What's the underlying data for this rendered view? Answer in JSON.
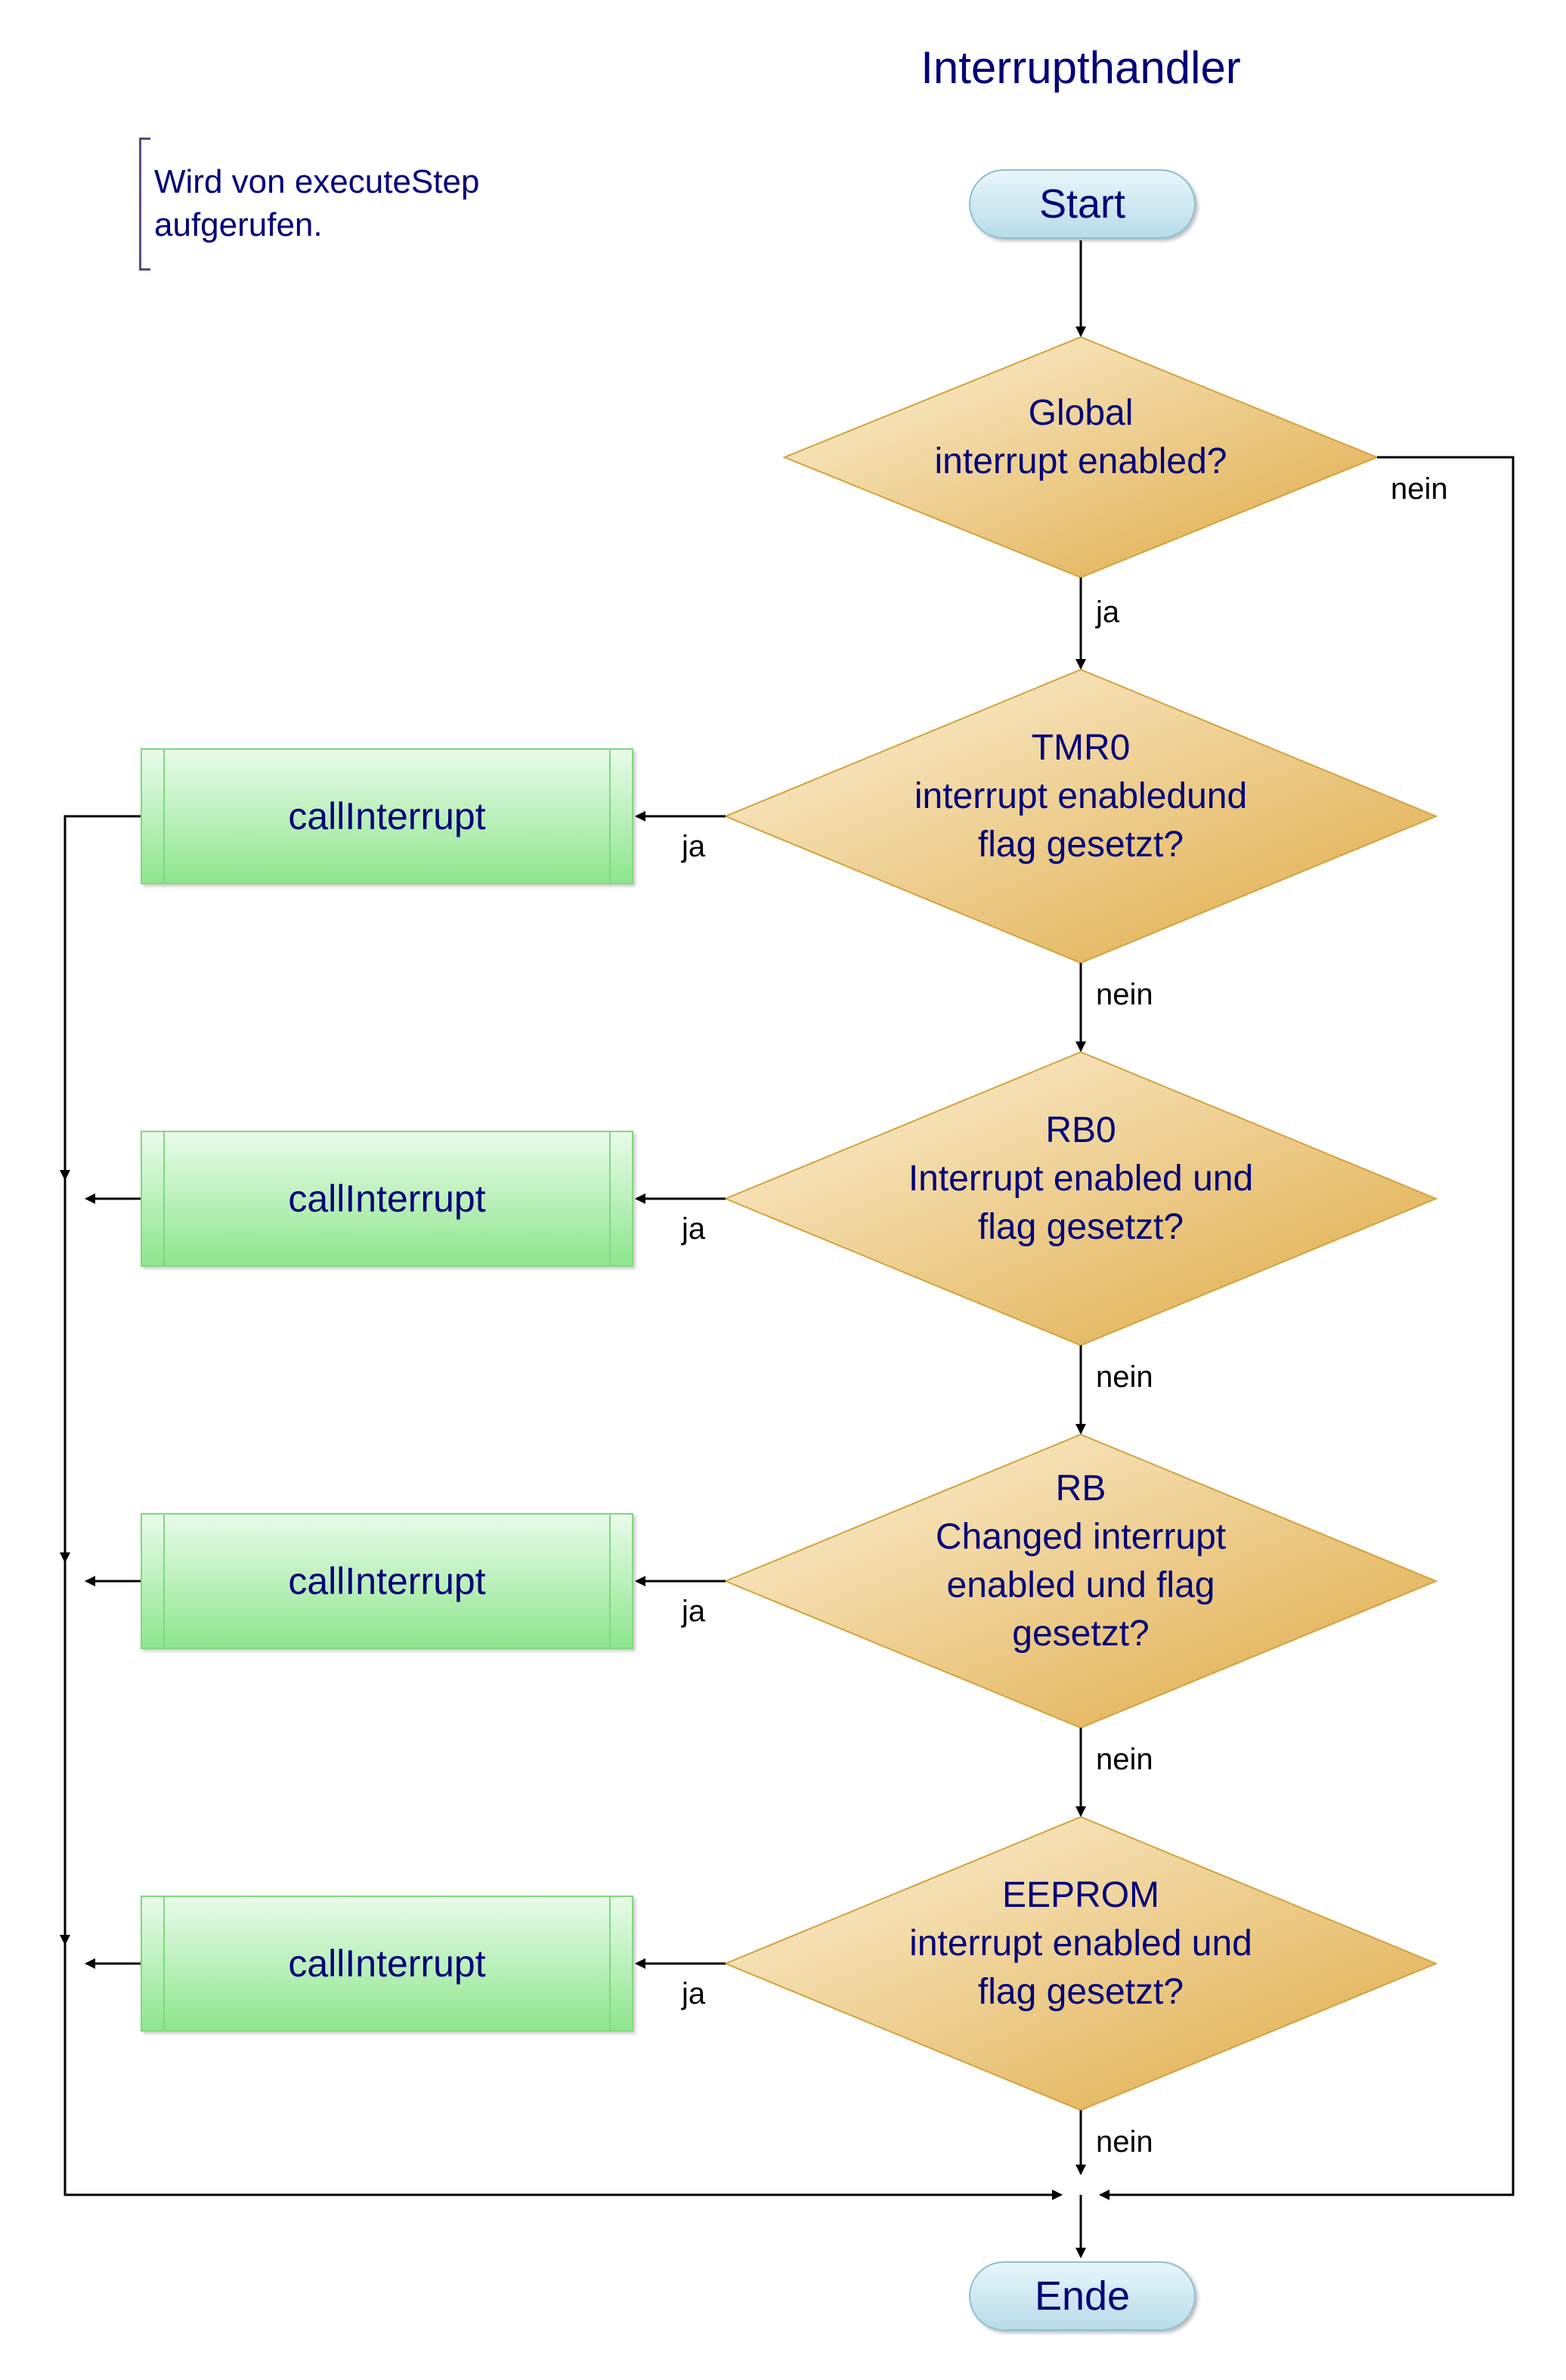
{
  "title": "Interrupthandler",
  "note": {
    "line1": "Wird von executeStep",
    "line2": "aufgerufen."
  },
  "start_label": "Start",
  "end_label": "Ende",
  "decisions": [
    {
      "lines": [
        "Global",
        "interrupt enabled?"
      ]
    },
    {
      "lines": [
        "TMR0",
        "interrupt enabledund",
        "flag gesetzt?"
      ]
    },
    {
      "lines": [
        "RB0",
        "Interrupt enabled und",
        "flag gesetzt?"
      ]
    },
    {
      "lines": [
        "RB",
        "Changed interrupt",
        "enabled und flag",
        "gesetzt?"
      ]
    },
    {
      "lines": [
        "EEPROM",
        "interrupt enabled und",
        "flag gesetzt?"
      ]
    }
  ],
  "processes": [
    "callInterrupt",
    "callInterrupt",
    "callInterrupt",
    "callInterrupt"
  ],
  "edge_labels": {
    "yes": "ja",
    "no": "nein"
  },
  "colors": {
    "text": "#000078",
    "decision_fill_light": "#fbf0d4",
    "decision_fill_dark": "#e0ac45",
    "process_fill_light": "#e9fbea",
    "process_fill_dark": "#8ee68e",
    "terminal_fill": "#c8e6f0"
  }
}
